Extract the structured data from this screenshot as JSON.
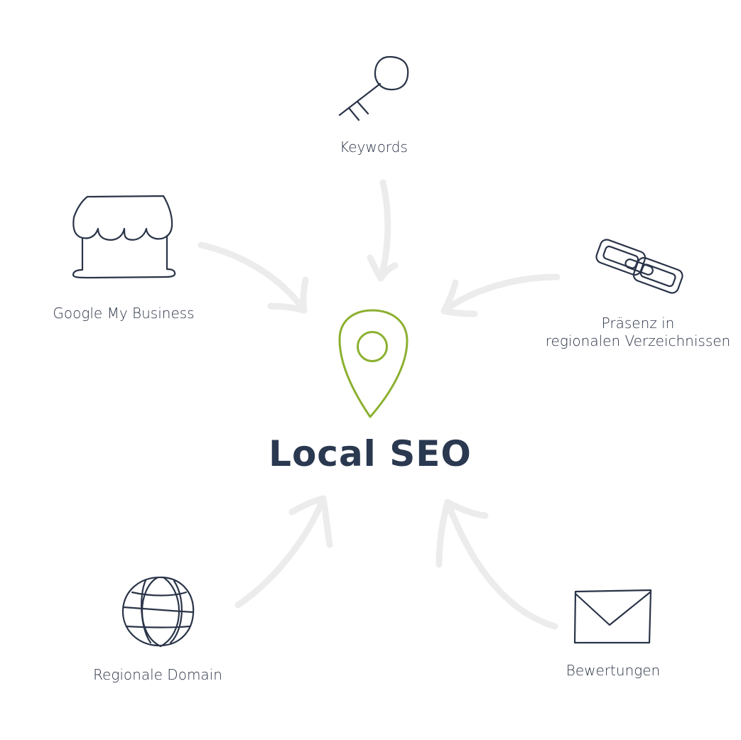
{
  "center": {
    "title": "Local SEO",
    "icon": "map-pin-icon",
    "icon_color": "#8bb02f"
  },
  "colors": {
    "text": "#2b3447",
    "icon_stroke": "#2a3448",
    "arrow": "#ececec"
  },
  "nodes": {
    "keywords": {
      "label": "Keywords",
      "icon": "key-icon"
    },
    "google_my_business": {
      "label": "Google My Business",
      "icon": "storefront-icon"
    },
    "directories": {
      "label_line1": "Präsenz in",
      "label_line2": "regionalen Verzeichnissen",
      "icon": "chain-link-icon"
    },
    "domain": {
      "label": "Regionale Domain",
      "icon": "globe-icon"
    },
    "reviews": {
      "label": "Bewertungen",
      "icon": "envelope-icon"
    }
  }
}
